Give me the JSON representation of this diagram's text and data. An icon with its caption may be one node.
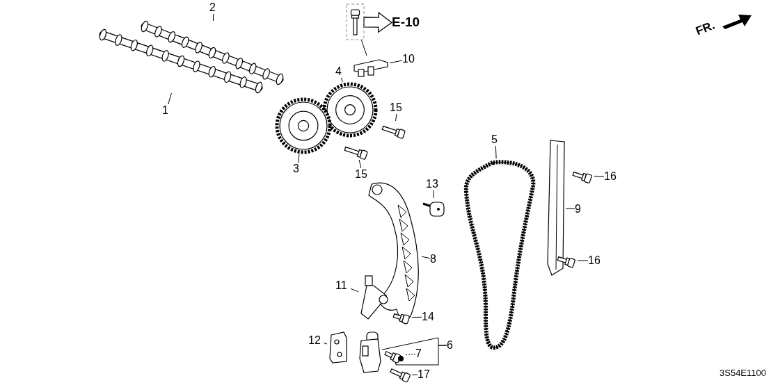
{
  "diagram": {
    "nodes": [
      {
        "text": [
          "2"
        ]
      },
      {
        "text": [],
        "shape": "picture"
      },
      {
        "text": [],
        "shape": "picture"
      },
      {
        "text": [
          "1"
        ]
      },
      {
        "text": [],
        "shape": "picture"
      },
      {
        "text": [
          "E-10"
        ]
      },
      {
        "text": [],
        "shape": "picture"
      },
      {
        "text": [
          "10"
        ]
      },
      {
        "text": [
          "4"
        ]
      },
      {
        "text": [],
        "shape": "picture"
      },
      {
        "text": [],
        "shape": "picture"
      },
      {
        "text": [
          "3"
        ]
      },
      {
        "text": [
          "15"
        ]
      },
      {
        "text": [],
        "shape": "picture"
      },
      {
        "text": [],
        "shape": "picture"
      },
      {
        "text": [
          "15"
        ]
      },
      {
        "text": [
          "5"
        ]
      },
      {
        "text": [],
        "shape": "picture"
      },
      {
        "text": [],
        "shape": "picture"
      },
      {
        "text": [
          "16"
        ]
      },
      {
        "text": [],
        "shape": "picture"
      },
      {
        "text": [
          "9"
        ]
      },
      {
        "text": [
          "16"
        ]
      },
      {
        "text": [],
        "shape": "picture"
      },
      {
        "text": [
          "13"
        ]
      },
      {
        "text": [],
        "shape": "picture"
      },
      {
        "text": [],
        "shape": "picture"
      },
      {
        "text": [
          "8"
        ]
      },
      {
        "text": [
          "11"
        ]
      },
      {
        "text": [],
        "shape": "picture"
      },
      {
        "text": [
          "14"
        ]
      },
      {
        "text": [],
        "shape": "picture"
      },
      {
        "text": [
          "12"
        ]
      },
      {
        "text": [],
        "shape": "picture"
      },
      {
        "text": [],
        "shape": "picture"
      },
      {
        "text": [
          "6"
        ]
      },
      {
        "text": [],
        "shape": "picture"
      },
      {
        "text": [
          "7"
        ]
      },
      {
        "text": [],
        "shape": "picture"
      },
      {
        "text": [
          "17"
        ]
      }
    ],
    "edges": [
      {
        "from": 0,
        "to": 1,
        "arrow": "none"
      },
      {
        "from": 3,
        "to": 2,
        "arrow": "none"
      },
      {
        "from": 4,
        "to": 5,
        "arrow": "to"
      },
      {
        "from": 4,
        "to": 6,
        "arrow": "none"
      },
      {
        "from": 7,
        "to": 6,
        "arrow": "none"
      },
      {
        "from": 8,
        "to": 9,
        "arrow": "none"
      },
      {
        "from": 11,
        "to": 10,
        "arrow": "none"
      },
      {
        "from": 12,
        "to": 13,
        "arrow": "none"
      },
      {
        "from": 15,
        "to": 14,
        "arrow": "none"
      },
      {
        "from": 16,
        "to": 17,
        "arrow": "none"
      },
      {
        "from": 19,
        "to": 20,
        "arrow": "none"
      },
      {
        "from": 21,
        "to": 18,
        "arrow": "none"
      },
      {
        "from": 22,
        "to": 23,
        "arrow": "none"
      },
      {
        "from": 24,
        "to": 25,
        "arrow": "none"
      },
      {
        "from": 27,
        "to": 26,
        "arrow": "none"
      },
      {
        "from": 28,
        "to": 29,
        "arrow": "none"
      },
      {
        "from": 30,
        "to": 31,
        "arrow": "none"
      },
      {
        "from": 32,
        "to": 33,
        "arrow": "none"
      },
      {
        "from": 35,
        "to": 34,
        "arrow": "none"
      },
      {
        "from": 35,
        "to": 36,
        "arrow": "none"
      },
      {
        "from": 37,
        "to": 36,
        "arrow": "none",
        "style": "dashed"
      },
      {
        "from": 39,
        "to": 38,
        "arrow": "none"
      }
    ],
    "labels": [
      "FR.",
      "3S54E1100"
    ]
  }
}
